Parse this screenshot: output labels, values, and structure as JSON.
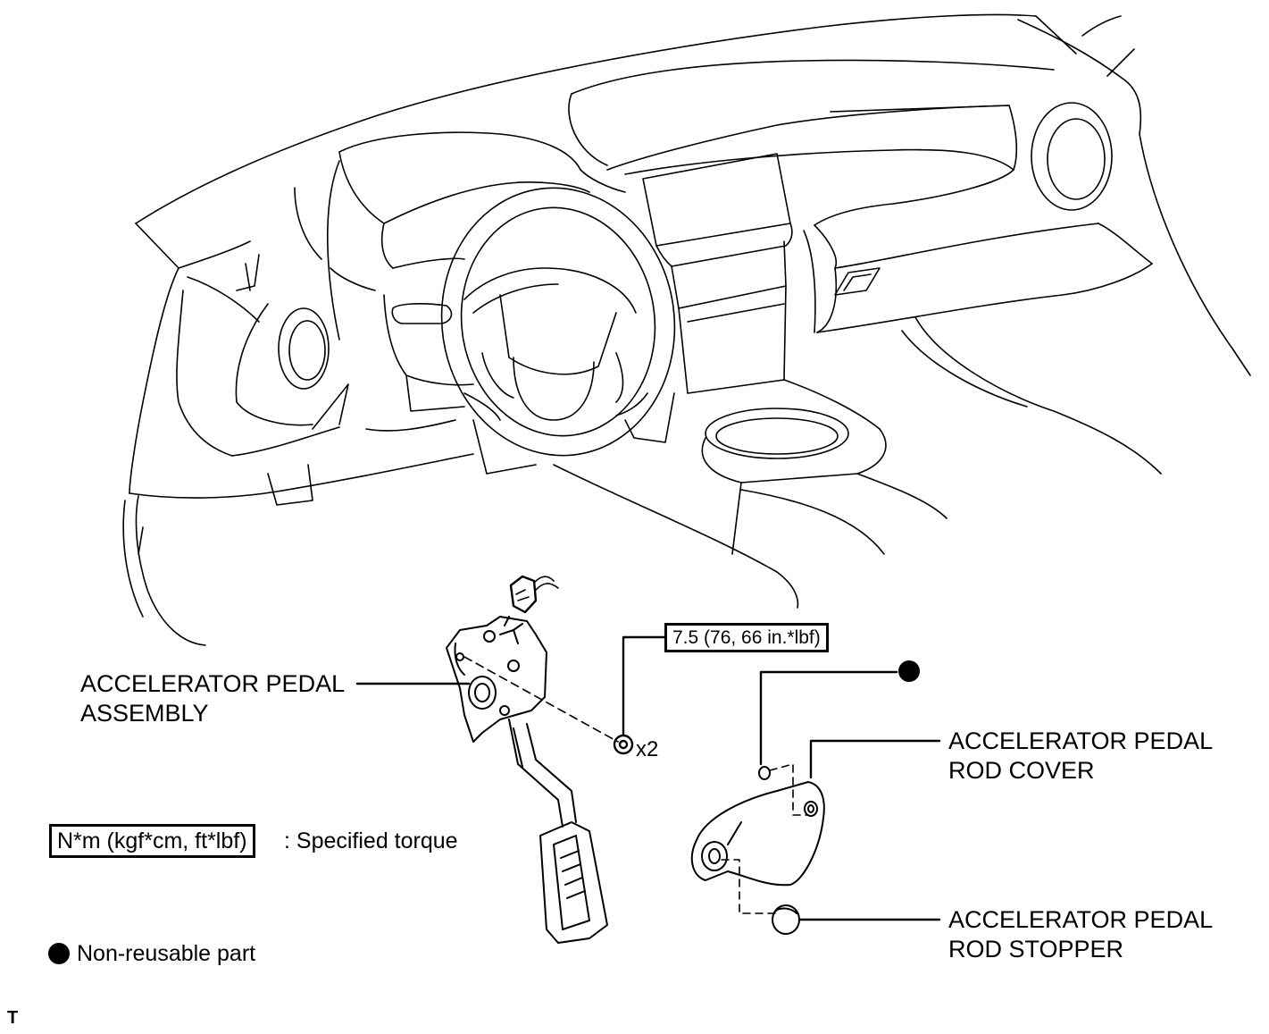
{
  "labels": {
    "pedal_assembly_line1": "ACCELERATOR PEDAL",
    "pedal_assembly_line2": "ASSEMBLY",
    "torque_value": "7.5 (76, 66 in.*lbf)",
    "quantity": "x2",
    "rod_cover_line1": "ACCELERATOR PEDAL",
    "rod_cover_line2": "ROD COVER",
    "rod_stopper_line1": "ACCELERATOR PEDAL",
    "rod_stopper_line2": "ROD STOPPER"
  },
  "legend": {
    "torque_unit": "N*m (kgf*cm, ft*lbf)",
    "torque_desc": ": Specified torque",
    "nonreusable_desc": "Non-reusable part"
  },
  "corner_tag": "T",
  "colors": {
    "ink": "#000000",
    "paper": "#ffffff"
  }
}
